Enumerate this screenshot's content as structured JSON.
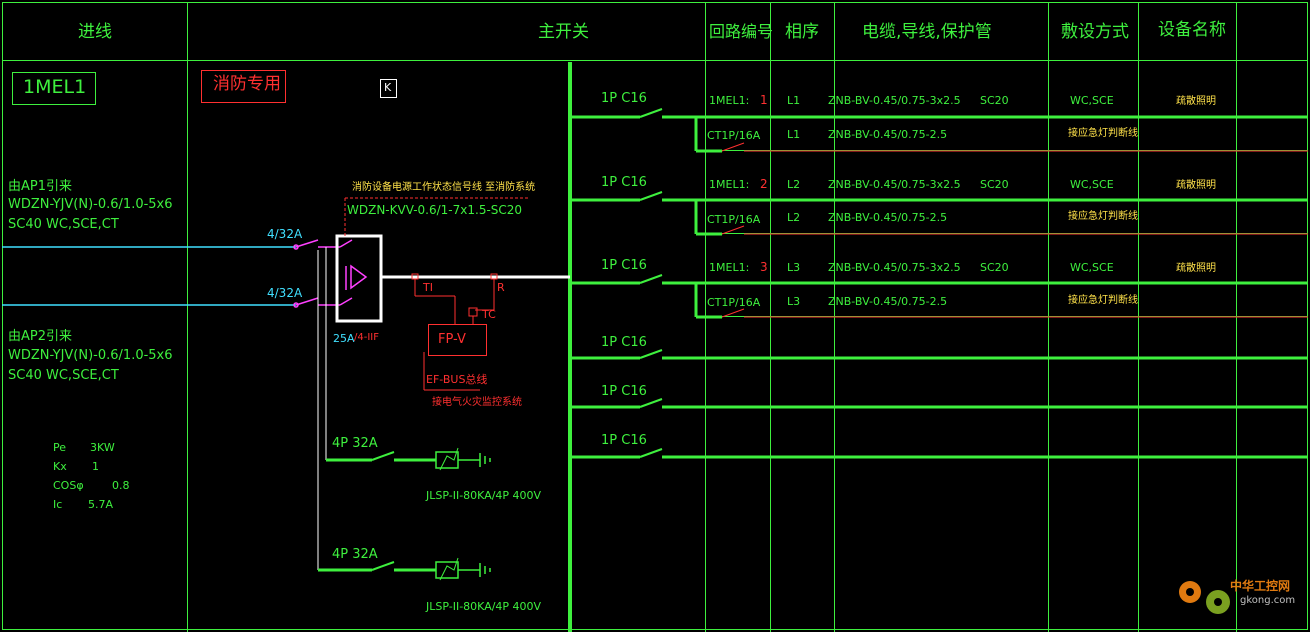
{
  "header": {
    "col_incoming": "进线",
    "col_main_switch": "主开关",
    "col_circuit_no": "回路编号",
    "col_phase": "相序",
    "col_cable": "电缆,导线,保护管",
    "col_laying": "敷设方式",
    "col_device": "设备名称"
  },
  "panel": {
    "id": "1MEL1",
    "fire_label": "消防专用",
    "k_label": "K"
  },
  "incoming": {
    "feed1_from": "由AP1引来",
    "feed1_cable": "WDZN-YJV(N)-0.6/1.0-5x6",
    "feed1_conduit": "SC40 WC,SCE,CT",
    "feed2_from": "由AP2引来",
    "feed2_cable": "WDZN-YJV(N)-0.6/1.0-5x6",
    "feed2_conduit": "SC40 WC,SCE,CT",
    "breaker1": "4/32A",
    "breaker2": "4/32A"
  },
  "params": {
    "pe_label": "Pe",
    "pe_value": "3KW",
    "kx_label": "Kx",
    "kx_value": "1",
    "cos_label": "COSφ",
    "cos_value": "0.8",
    "ic_label": "Ic",
    "ic_value": "5.7A"
  },
  "ats": {
    "monitor_note": "消防设备电源工作状态信号线 至消防系统",
    "monitor_cable": "WDZN-KVV-0.6/1-7x1.5-SC20",
    "rating": "25A",
    "rating_red": "/4-IIF",
    "ti_label": "TI",
    "r_label": "R",
    "tc_label": "TC",
    "fpv_label": "FP-V",
    "bus_label": "EF-BUS总线",
    "bus_note": "接电气火灾监控系统"
  },
  "spd": {
    "breaker1": "4P 32A",
    "label1": "JLSP-II-80KA/4P 400V",
    "breaker2": "4P 32A",
    "label2": "JLSP-II-80KA/4P 400V"
  },
  "circuits": [
    {
      "breaker": "1P C16",
      "id": "1MEL1:",
      "num": "1",
      "phase": "L1",
      "cable": "ZNB-BV-0.45/0.75-3x2.5",
      "conduit": "SC20",
      "laying": "WC,SCE",
      "device": "疏散照明",
      "sub_breaker": "CT1P/16A",
      "sub_phase": "L1",
      "sub_cable": "ZNB-BV-0.45/0.75-2.5",
      "sub_laying": "接应急灯判断线"
    },
    {
      "breaker": "1P C16",
      "id": "1MEL1:",
      "num": "2",
      "phase": "L2",
      "cable": "ZNB-BV-0.45/0.75-3x2.5",
      "conduit": "SC20",
      "laying": "WC,SCE",
      "device": "疏散照明",
      "sub_breaker": "CT1P/16A",
      "sub_phase": "L2",
      "sub_cable": "ZNB-BV-0.45/0.75-2.5",
      "sub_laying": "接应急灯判断线"
    },
    {
      "breaker": "1P C16",
      "id": "1MEL1:",
      "num": "3",
      "phase": "L3",
      "cable": "ZNB-BV-0.45/0.75-3x2.5",
      "conduit": "SC20",
      "laying": "WC,SCE",
      "device": "疏散照明",
      "sub_breaker": "CT1P/16A",
      "sub_phase": "L3",
      "sub_cable": "ZNB-BV-0.45/0.75-2.5",
      "sub_laying": "接应急灯判断线"
    }
  ],
  "spares": [
    "1P C16",
    "1P C16",
    "1P C16"
  ],
  "watermark": {
    "name": "中华工控网",
    "url": "gkong.com"
  }
}
